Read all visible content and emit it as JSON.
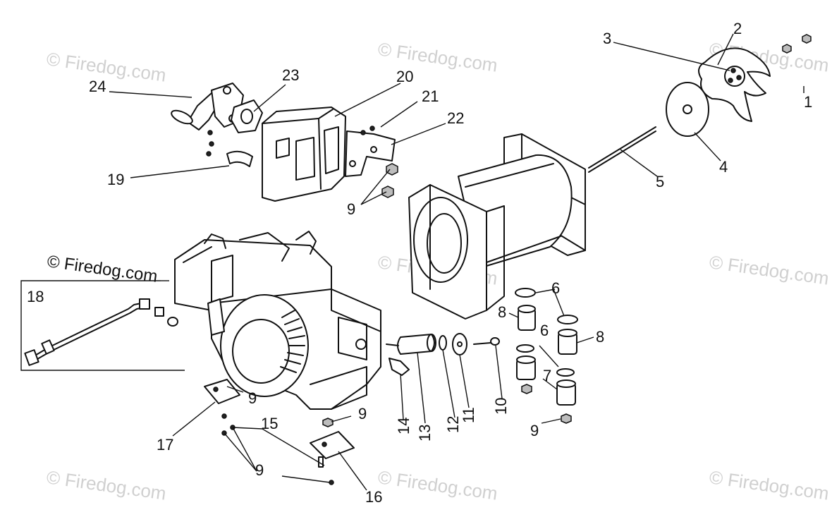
{
  "watermark": {
    "text": "© Firedog.com",
    "main_text": "© Firedog.com"
  },
  "callouts": {
    "c1": "1",
    "c2": "2",
    "c3": "3",
    "c4": "4",
    "c5": "5",
    "c6a": "6",
    "c6b": "6",
    "c7": "7",
    "c8a": "8",
    "c8b": "8",
    "c9a": "9",
    "c9b": "9",
    "c9c": "9",
    "c9d": "9",
    "c9e": "9",
    "c10": "10",
    "c11": "11",
    "c12": "12",
    "c13": "13",
    "c14": "14",
    "c15": "15",
    "c16": "16",
    "c17": "17",
    "c18": "18",
    "c19": "19",
    "c20": "20",
    "c21": "21",
    "c22": "22",
    "c23": "23",
    "c24": "24"
  },
  "icons": {
    "engine": "engine-assembly-icon",
    "generator": "generator-assembly-icon",
    "fan": "cooling-fan-icon",
    "muffler": "muffler-icon"
  }
}
